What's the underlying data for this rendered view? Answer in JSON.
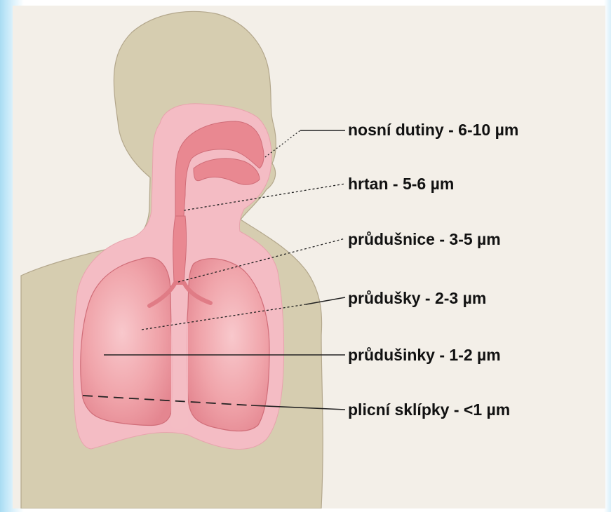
{
  "labels": [
    {
      "id": "nosni-dutiny",
      "text": "nosní dutiny - 6-10 µm"
    },
    {
      "id": "hrtan",
      "text": "hrtan - 5-6 µm"
    },
    {
      "id": "prudusnice",
      "text": "průdušnice - 3-5 µm"
    },
    {
      "id": "prudusky",
      "text": "průdušky - 2-3 µm"
    },
    {
      "id": "prudusinky",
      "text": "průdušinky - 1-2 µm"
    },
    {
      "id": "plicni-sklipky",
      "text": "plicní sklípky - <1 µm"
    }
  ],
  "colors": {
    "background_gradient": "#bfe6f8",
    "panel": "#f3efe8",
    "body_silhouette": "#d6cdb0",
    "respiratory_tract_light": "#f4bcc4",
    "respiratory_tract_dark": "#e98891",
    "lungs": "#f0a2a8",
    "leader_line": "#222222",
    "label_text": "#111111"
  }
}
